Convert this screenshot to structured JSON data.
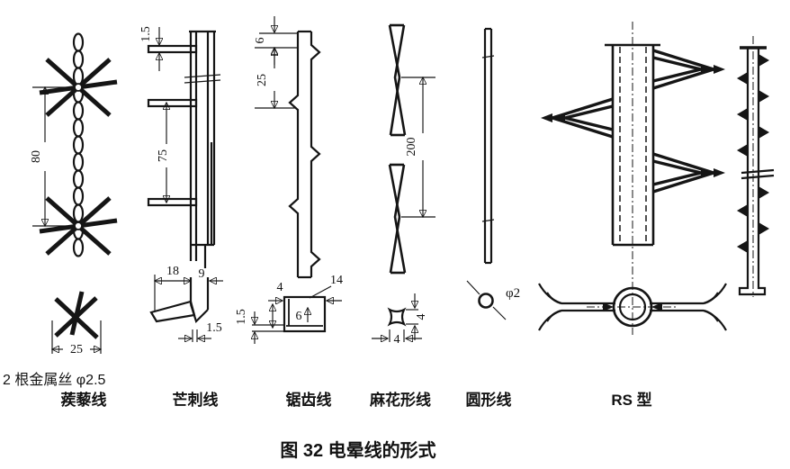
{
  "caption": "图 32  电晕线的形式",
  "note": "2 根金属丝 φ2.5",
  "ink": "#151515",
  "background": "#ffffff",
  "wires": [
    {
      "label": "蒺藜线",
      "dims": {
        "pitch": "80",
        "width": "25"
      }
    },
    {
      "label": "芒刺线",
      "dims": {
        "barb_thickness": "1.5",
        "pitch": "75",
        "barb_length": "18",
        "strip_width": "9",
        "thickness": "1.5"
      }
    },
    {
      "label": "锯齿线",
      "dims": {
        "tooth": "6",
        "pitch": "25",
        "lip": "4",
        "width": "14",
        "depth": "6",
        "thickness": "1.5"
      }
    },
    {
      "label": "麻花形线",
      "dims": {
        "pitch": "200",
        "width": "4",
        "height": "4"
      }
    },
    {
      "label": "圆形线",
      "dims": {
        "diameter": "φ2"
      }
    },
    {
      "label": "RS 型",
      "dims": {}
    }
  ]
}
